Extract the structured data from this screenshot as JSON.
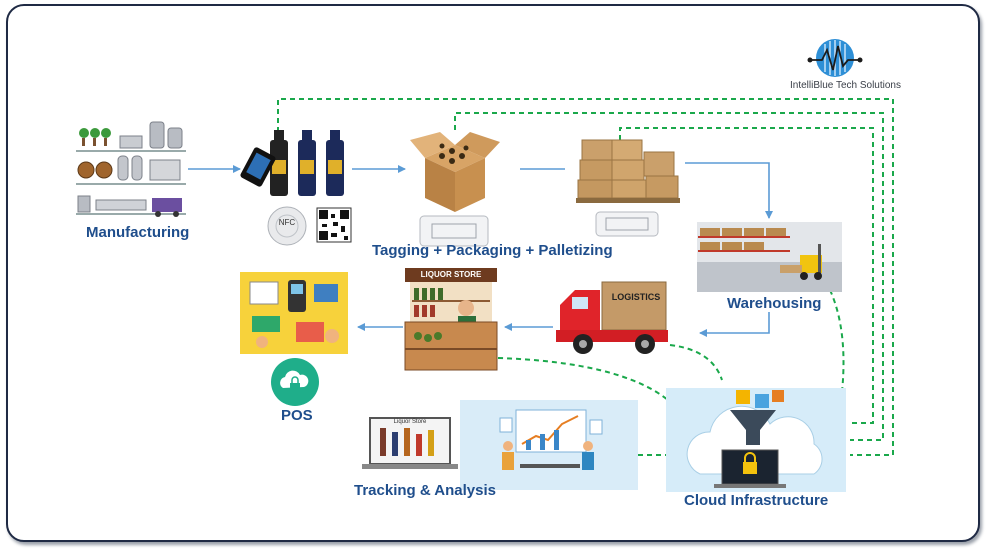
{
  "brand": {
    "name": "IntelliBlue Tech Solutions"
  },
  "stages": {
    "manufacturing": "Manufacturing",
    "tagging": "Tagging + Packaging + Palletizing",
    "warehousing": "Warehousing",
    "pos": "POS",
    "tracking": "Tracking & Analysis",
    "cloud": "Cloud Infrastructure"
  },
  "illustrations": {
    "nfc_tag": "NFC",
    "truck_sign": "LOGISTICS",
    "store_sign": "LIQUOR STORE",
    "laptop_sign": "Liquor Store"
  },
  "colors": {
    "flow_arrow": "#5b9bd5",
    "data_link": "#1aa84b",
    "label": "#1f4e8c"
  }
}
